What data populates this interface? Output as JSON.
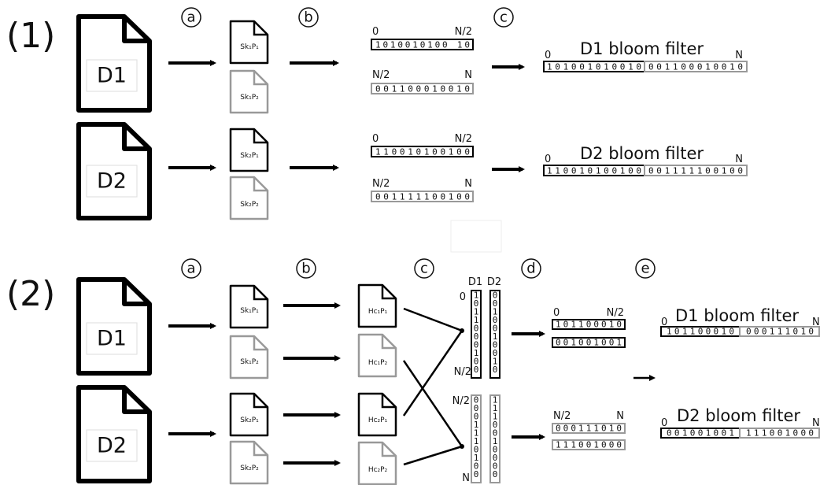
{
  "section1": {
    "label": "(1)",
    "step_a": "a",
    "step_b": "b",
    "step_c": "c",
    "doc1": "D1",
    "doc2": "D2",
    "parts": [
      "Sk₁P₁",
      "Sk₁P₂",
      "Sk₂P₁",
      "Sk₂P₂"
    ],
    "halves": [
      {
        "left": "0",
        "right": "N/2",
        "bits": "1010010100 10"
      },
      {
        "left": "N/2",
        "right": "N",
        "bits": "001100010010"
      },
      {
        "left": "0",
        "right": "N/2",
        "bits": "110010100100"
      },
      {
        "left": "N/2",
        "right": "N",
        "bits": "001111100100"
      }
    ],
    "filters": [
      {
        "title": "D1 bloom filter",
        "start": "0",
        "end": "N",
        "bits_a": "101001010010",
        "bits_b": "001100010010"
      },
      {
        "title": "D2 bloom filter",
        "start": "0",
        "end": "N",
        "bits_a": "110010100100",
        "bits_b": "001111100100"
      }
    ]
  },
  "section2": {
    "label": "(2)",
    "step_a": "a",
    "step_b": "b",
    "step_c": "c",
    "step_d": "d",
    "step_e": "e",
    "doc1": "D1",
    "doc2": "D2",
    "parts": [
      "Sk₁P₁",
      "Sk₁P₂",
      "Sk₂P₁",
      "Sk₂P₂"
    ],
    "hashes": [
      "Hc₁P₁",
      "Hc₁P₂",
      "Hc₂P₁",
      "Hc₂P₂"
    ],
    "col_d1": "D1",
    "col_d2": "D2",
    "col_top_start": "0",
    "col_top_end": "N/2",
    "col_bot_start": "N/2",
    "col_bot_end": "N",
    "col_bits": [
      "1011000100",
      "0010010010",
      "0001110100",
      "1110010000"
    ],
    "half_top": {
      "left": "0",
      "right": "N/2",
      "bits_1": "101100010",
      "bits_2": "001001001"
    },
    "half_bot": {
      "left": "N/2",
      "right": "N",
      "bits_1": "000111010",
      "bits_2": "111001000"
    },
    "filters": [
      {
        "title": "D1 bloom filter",
        "start": "0",
        "end": "N",
        "bits_a": "101100010",
        "bits_b": "000111010"
      },
      {
        "title": "D2 bloom filter",
        "start": "0",
        "end": "N",
        "bits_a": "001001001",
        "bits_b": "111001000"
      }
    ]
  }
}
